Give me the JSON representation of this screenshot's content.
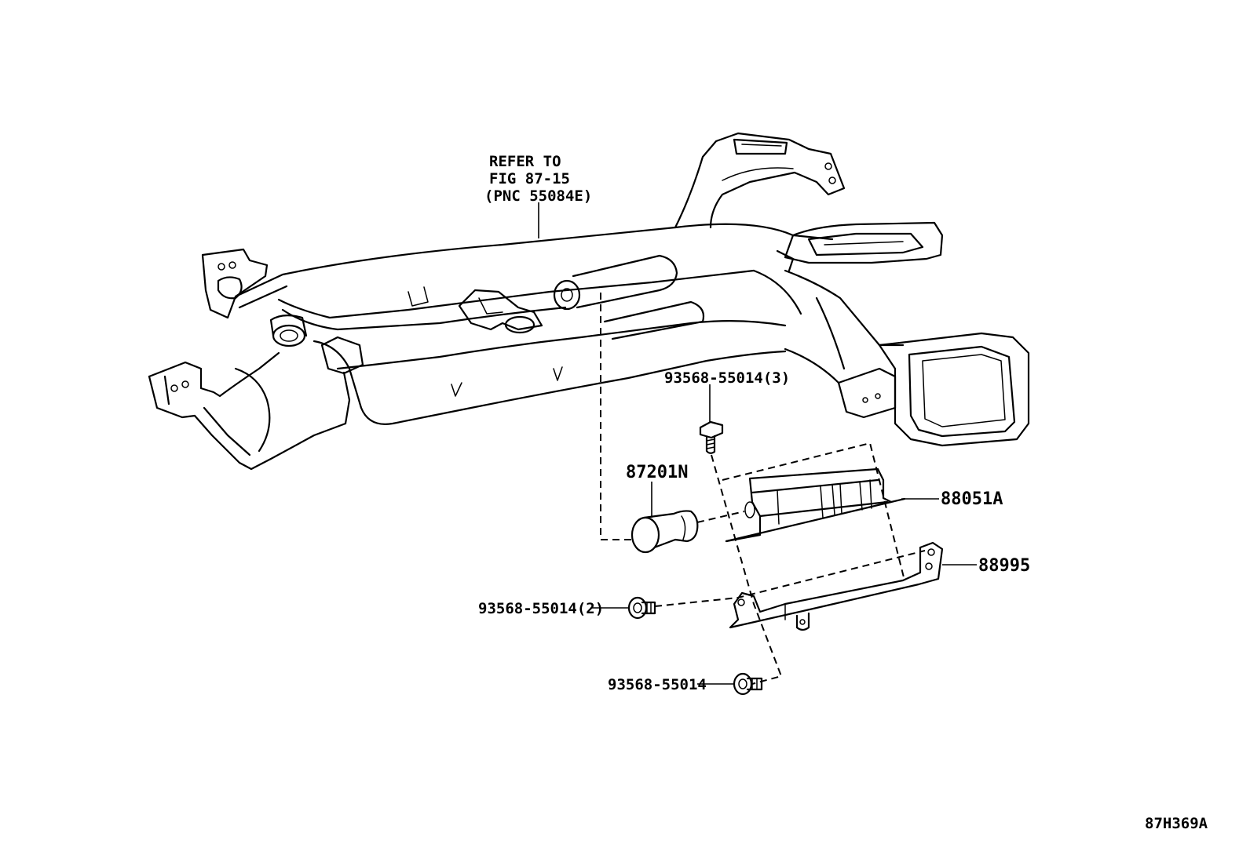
{
  "callouts": {
    "refer_line1": "REFER TO",
    "refer_line2": "FIG 87-15",
    "refer_line3": "(PNC 55084E)",
    "bolt_top": "93568-55014(3)",
    "grommet": "87201N",
    "module": "88051A",
    "bracket": "88995",
    "bolt_left": "93568-55014(2)",
    "bolt_bottom": "93568-55014"
  },
  "illustration_code": "87H369A"
}
